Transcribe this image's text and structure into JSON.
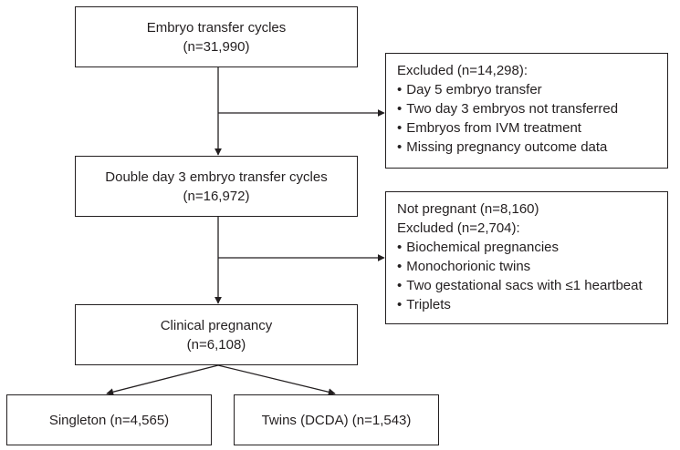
{
  "flowchart": {
    "embryo_transfer": {
      "title": "Embryo transfer cycles",
      "count": "(n=31,990)"
    },
    "exclusion_1": {
      "heading": "Excluded (n=14,298):",
      "items": [
        "Day 5 embryo transfer",
        "Two day 3 embryos not transferred",
        "Embryos from IVM treatment",
        "Missing pregnancy outcome data"
      ]
    },
    "double_transfer": {
      "title": "Double day 3 embryo transfer cycles",
      "count": "(n=16,972)"
    },
    "exclusion_2": {
      "not_pregnant": "Not pregnant (n=8,160)",
      "heading": "Excluded (n=2,704):",
      "items": [
        "Biochemical pregnancies",
        "Monochorionic twins",
        "Two gestational sacs with ≤1 heartbeat",
        "Triplets"
      ]
    },
    "clinical_pregnancy": {
      "title": "Clinical pregnancy",
      "count": "(n=6,108)"
    },
    "singleton": {
      "label": "Singleton (n=4,565)"
    },
    "twins": {
      "label": "Twins (DCDA) (n=1,543)"
    }
  },
  "colors": {
    "line": "#231f20",
    "background": "#ffffff"
  }
}
